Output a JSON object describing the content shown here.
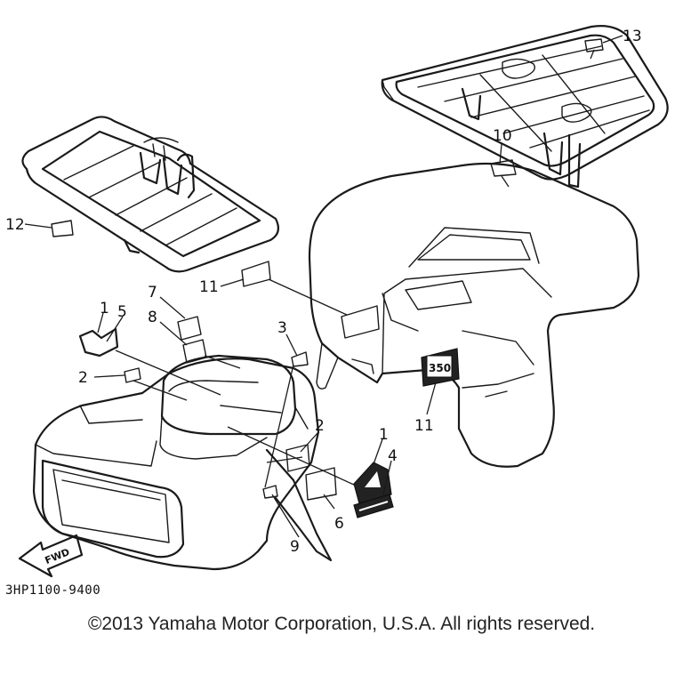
{
  "diagram": {
    "callouts": [
      "1",
      "5",
      "7",
      "8",
      "2",
      "3",
      "2",
      "1",
      "4",
      "6",
      "9",
      "11",
      "11",
      "12",
      "10",
      "13"
    ],
    "decal_text": {
      "badge_350": "350",
      "fwd_arrow": "FWD"
    },
    "part_code": "3HP1100-9400",
    "copyright": "©2013 Yamaha Motor Corporation, U.S.A. All rights reserved."
  }
}
